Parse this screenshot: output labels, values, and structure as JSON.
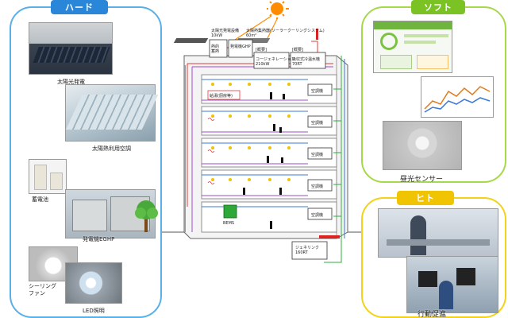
{
  "sections": {
    "hard": "ハード",
    "soft": "ソフト",
    "human": "ヒト"
  },
  "hard_items": {
    "pv": "太陽光発電",
    "solar_heat": "太陽熱利用空調",
    "battery": "蓄電池",
    "chp": "発電機EGHP",
    "fan": "シーリング\nファン",
    "led": "LED照明"
  },
  "soft_items": {
    "sensor": "昼光センサー"
  },
  "human_items": {
    "behavior": "行動促進"
  },
  "building": {
    "pv_label": "太陽光発電設備\n10kW",
    "collector_label": "太陽熱集熱器(ソーラークーリングシステム)\n60m²",
    "storage": "熱的\n蓄熱",
    "chp_box": "発電機GHP",
    "cogen_tag": "[概要]",
    "cogen": "コージェネレーション\n210kW",
    "absorber_tag": "[概要]",
    "absorber": "吸収式冷温水機\n70RT",
    "supply": "給湯(厨房等)",
    "ahu": "空調機",
    "bems": "BEMS",
    "geo": "ジェネリンク\n160RT"
  },
  "colors": {
    "hard": "#59b0e8",
    "soft": "#a7d84a",
    "human": "#f2d21a",
    "pipe_red": "#e43b3b",
    "pipe_green": "#2fae3a",
    "pipe_blue": "#3b79d6",
    "pipe_purple": "#a24bd0",
    "sun": "#ff8c00"
  }
}
